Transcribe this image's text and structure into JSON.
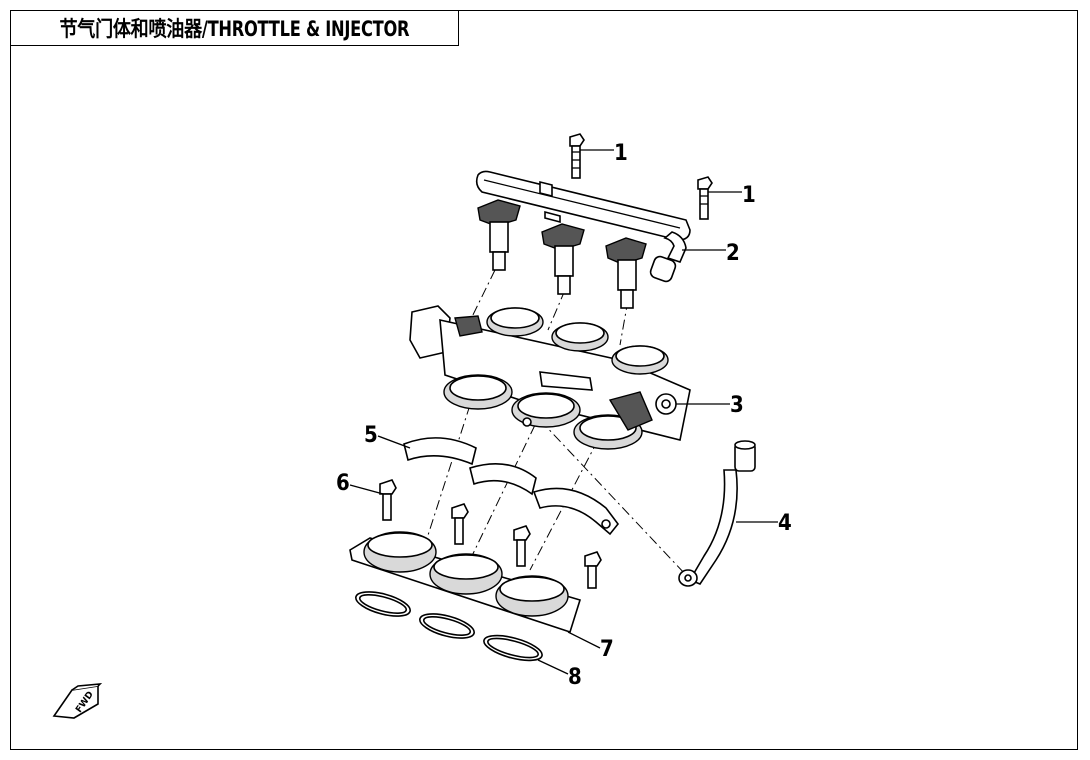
{
  "title": "节气门体和喷油器/THROTTLE & INJECTOR",
  "callouts": [
    "1",
    "1",
    "2",
    "3",
    "4",
    "5",
    "6",
    "7",
    "8"
  ],
  "fwd_label": "FWD"
}
